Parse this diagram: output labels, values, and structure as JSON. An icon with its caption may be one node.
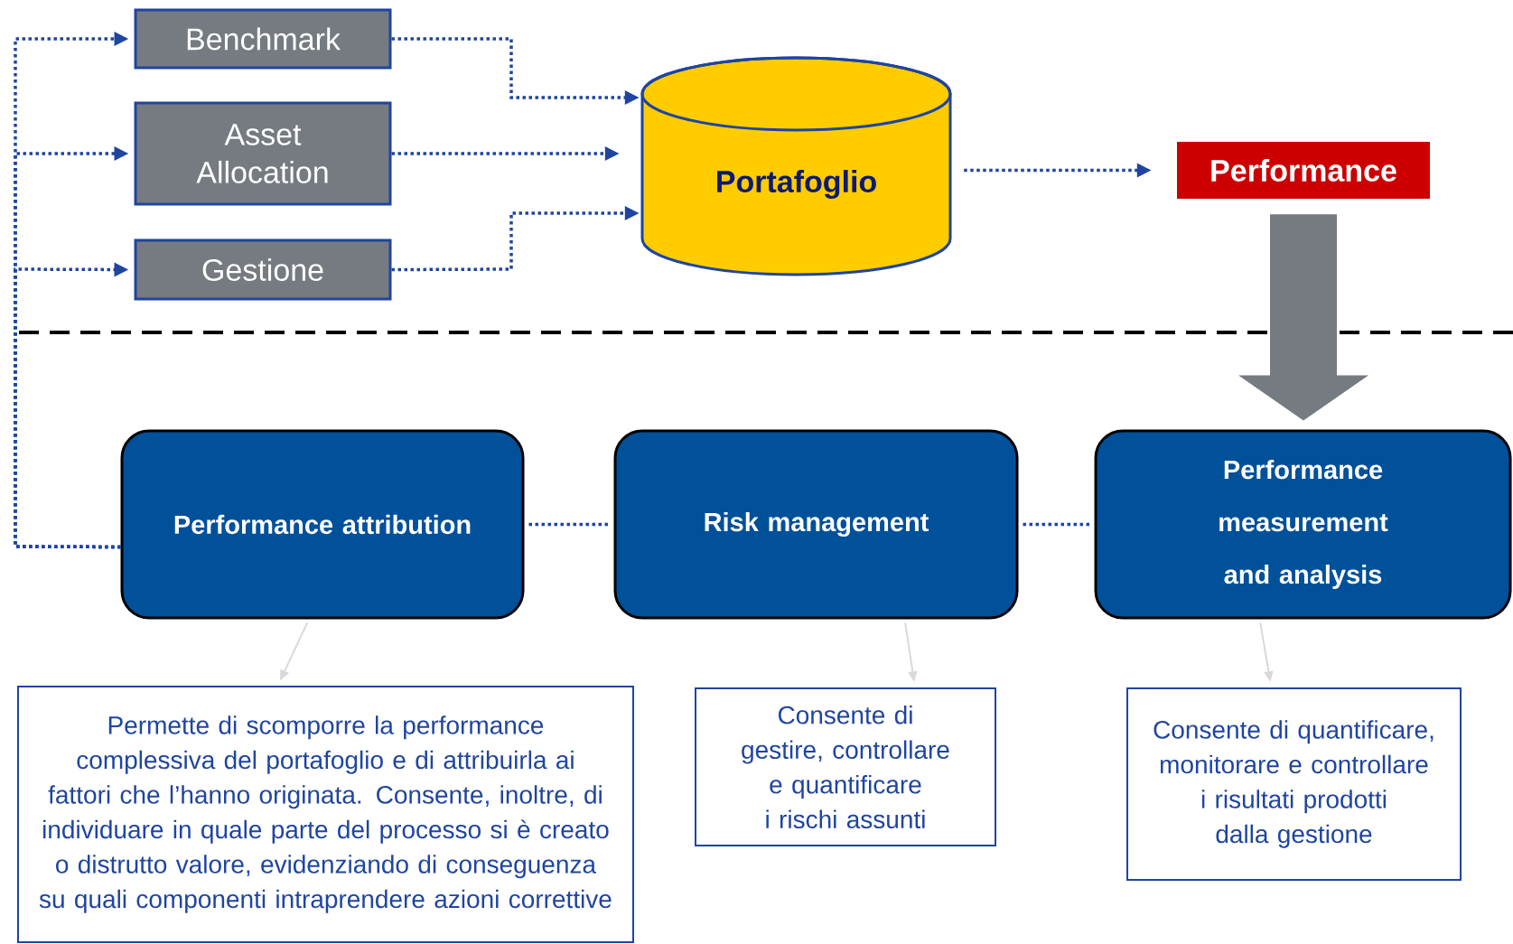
{
  "diagram": {
    "nodes": [
      {
        "text": [
          "Benchmark"
        ]
      },
      {
        "text": [
          "Asset Allocation"
        ]
      },
      {
        "text": [
          "Gestione"
        ]
      },
      {
        "text": [
          "Portafoglio"
        ]
      },
      {
        "text": [
          "Performance"
        ]
      },
      {
        "text": [
          "Performance attribution"
        ]
      },
      {
        "text": [
          "Risk management"
        ]
      },
      {
        "text": [
          "Performance measurement and analysis"
        ]
      },
      {
        "text": [
          "Permette di scomporre la performance complessiva del portafoglio e di attribuirla ai fattori che l’hanno originata. Consente, inoltre, di individuare in quale parte del processo si è creato o distrutto valore, evidenziando di conseguenza su quali componenti intraprendere azioni correttive"
        ]
      },
      {
        "text": [
          "Consente di gestire, controllare e quantificare i rischi assunti"
        ]
      },
      {
        "text": [
          "Consente di quantificare, monitorare e controllare i risultati prodotti dalla gestione"
        ]
      }
    ],
    "edges": [
      {
        "from": 5,
        "to": 0,
        "arrow": "to",
        "style": "dashed"
      },
      {
        "from": 5,
        "to": 1,
        "arrow": "to",
        "style": "dashed"
      },
      {
        "from": 5,
        "to": 2,
        "arrow": "to",
        "style": "dashed"
      },
      {
        "from": 0,
        "to": 3,
        "arrow": "to",
        "style": "dashed"
      },
      {
        "from": 1,
        "to": 3,
        "arrow": "to",
        "style": "dashed"
      },
      {
        "from": 2,
        "to": 3,
        "arrow": "to",
        "style": "dashed"
      },
      {
        "from": 3,
        "to": 4,
        "arrow": "to",
        "style": "dashed"
      },
      {
        "from": 4,
        "to": 7,
        "arrow": "to",
        "style": "thick",
        "color": "#757b80"
      },
      {
        "from": 5,
        "to": 6,
        "arrow": "none",
        "style": "dashed"
      },
      {
        "from": 6,
        "to": 7,
        "arrow": "none",
        "style": "dashed"
      },
      {
        "from": 5,
        "to": 8,
        "arrow": "to",
        "color": "#d9d9d9"
      },
      {
        "from": 6,
        "to": 9,
        "arrow": "to",
        "color": "#d9d9d9"
      },
      {
        "from": 7,
        "to": 10,
        "arrow": "to",
        "color": "#d9d9d9"
      }
    ]
  }
}
